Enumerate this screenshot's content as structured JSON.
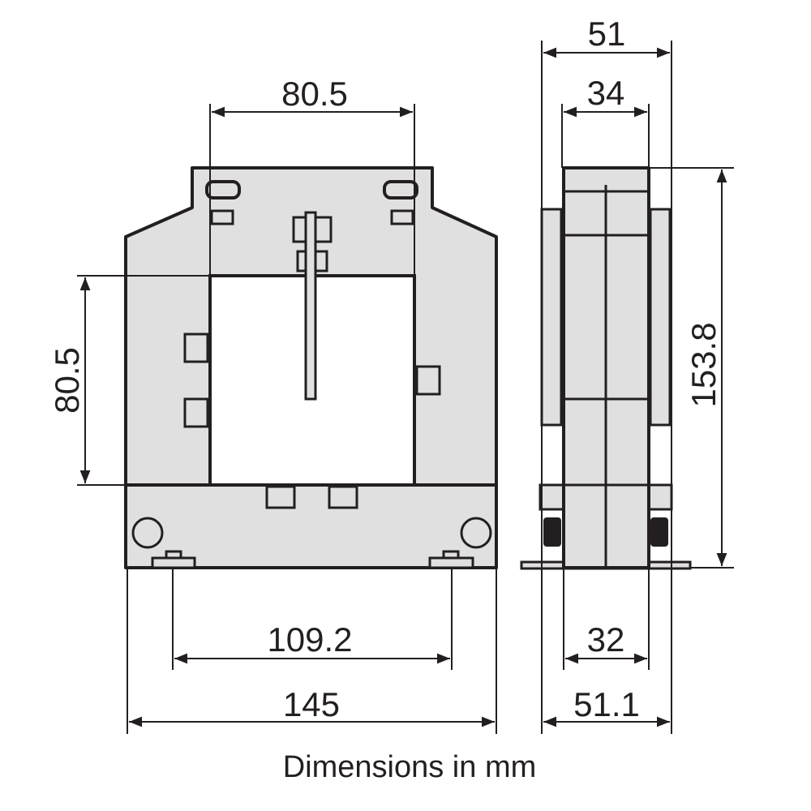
{
  "caption": "Dimensions in mm",
  "front_view": {
    "window_width": "80.5",
    "window_height": "80.5",
    "mounting_distance": "109.2",
    "overall_width": "145"
  },
  "side_view": {
    "overall_depth_top": "51",
    "body_depth_top": "34",
    "overall_height": "153.8",
    "body_depth_bottom": "32",
    "overall_depth_bottom": "51.1"
  },
  "colors": {
    "body_fill": "#e0e0e0",
    "line": "#231f20"
  }
}
